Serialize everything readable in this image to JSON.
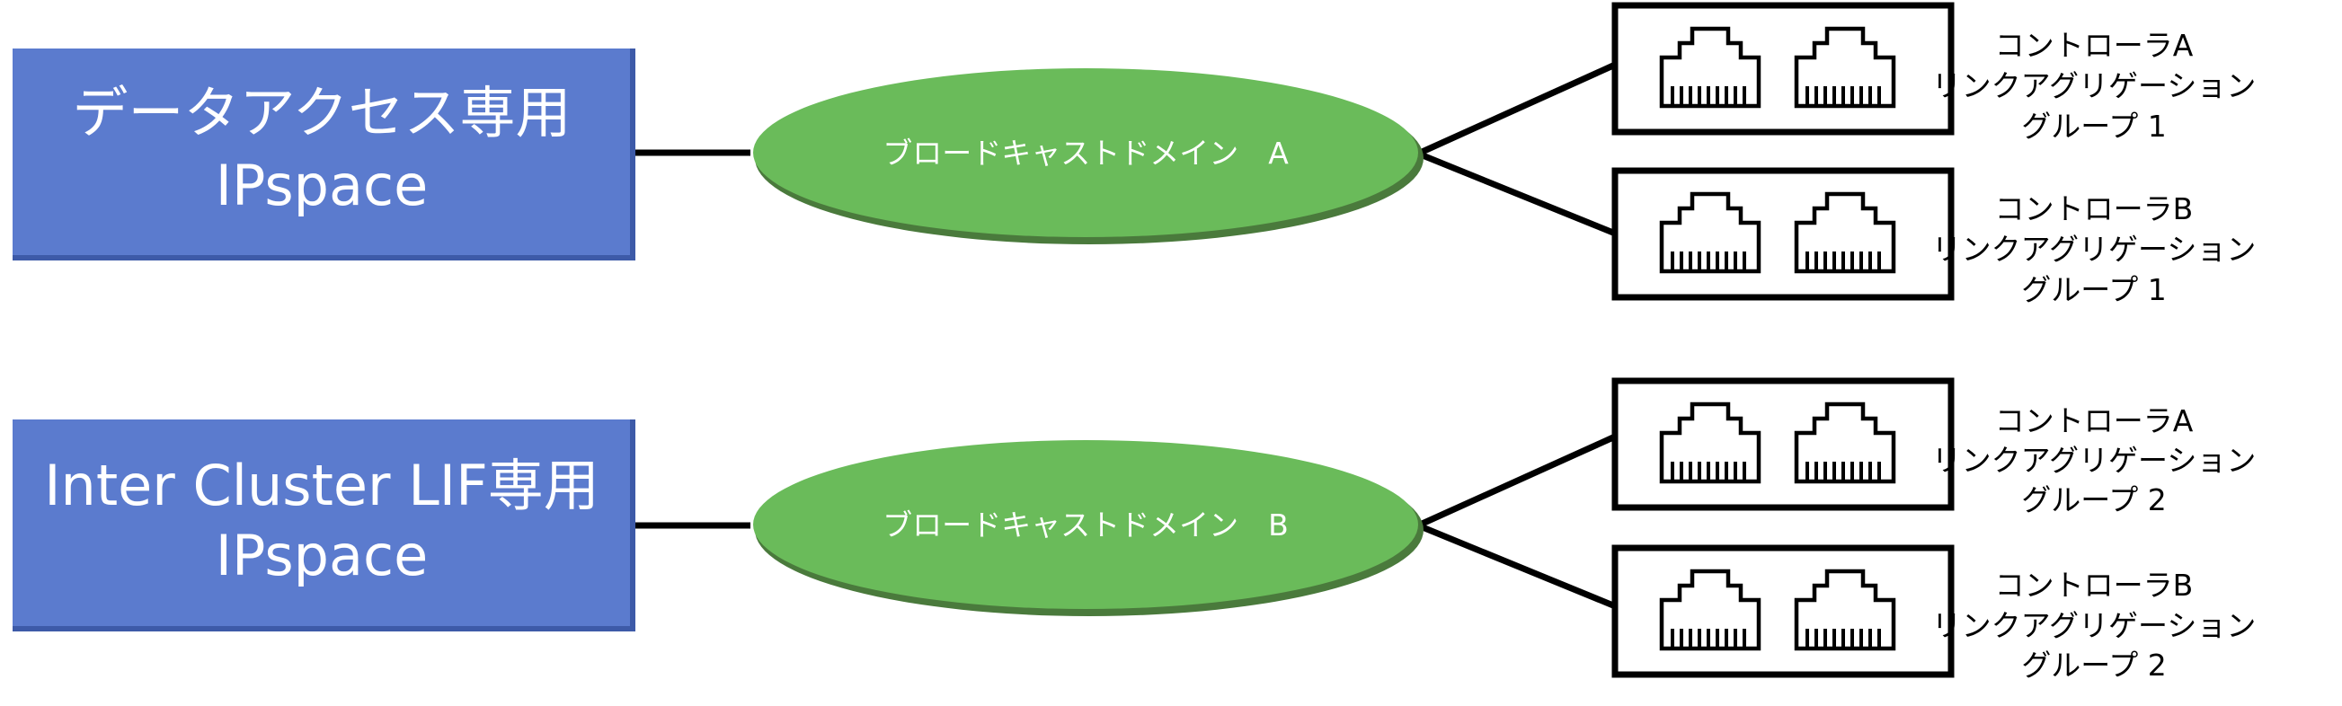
{
  "colors": {
    "ipspace_fill": "#5b7bce",
    "ipspace_edge": "#3d5aa8",
    "domain_fill": "#6abb5a",
    "domain_edge": "#4a7a3c",
    "line": "#000000"
  },
  "icons": [
    "ethernet-port-icon"
  ],
  "groups": [
    {
      "ipspace": {
        "line1": "データアクセス専用",
        "line2": "IPspace"
      },
      "domain": {
        "label": "ブロードキャストドメイン　A"
      },
      "ports": [
        {
          "line1": "コントローラA",
          "line2": "リンクアグリゲーション",
          "line3": "グループ 1"
        },
        {
          "line1": "コントローラB",
          "line2": "リンクアグリゲーション",
          "line3": "グループ 1"
        }
      ]
    },
    {
      "ipspace": {
        "line1": "Inter Cluster LIF専用",
        "line2": "IPspace"
      },
      "domain": {
        "label": "ブロードキャストドメイン　B"
      },
      "ports": [
        {
          "line1": "コントローラA",
          "line2": "リンクアグリゲーション",
          "line3": "グループ 2"
        },
        {
          "line1": "コントローラB",
          "line2": "リンクアグリゲーション",
          "line3": "グループ 2"
        }
      ]
    }
  ]
}
